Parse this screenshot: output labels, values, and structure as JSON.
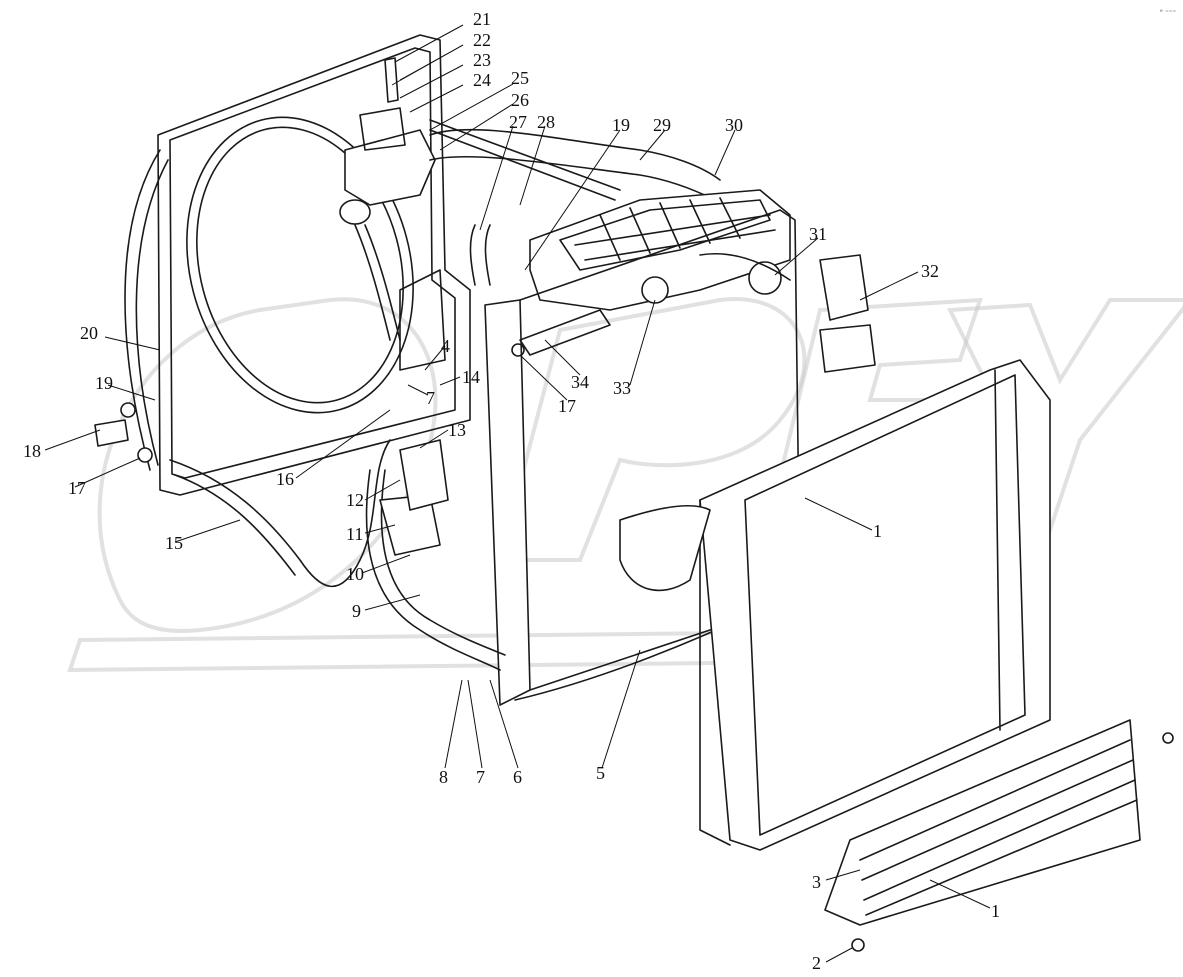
{
  "diagram": {
    "watermark_text": "OPEX",
    "corner_mark": "ₑ ₌₌₌",
    "callouts": [
      {
        "id": "c21",
        "text": "21"
      },
      {
        "id": "c22",
        "text": "22"
      },
      {
        "id": "c23",
        "text": "23"
      },
      {
        "id": "c24",
        "text": "24"
      },
      {
        "id": "c25",
        "text": "25"
      },
      {
        "id": "c26",
        "text": "26"
      },
      {
        "id": "c27",
        "text": "27"
      },
      {
        "id": "c28",
        "text": "28"
      },
      {
        "id": "c19a",
        "text": "19"
      },
      {
        "id": "c29",
        "text": "29"
      },
      {
        "id": "c30",
        "text": "30"
      },
      {
        "id": "c31",
        "text": "31"
      },
      {
        "id": "c32",
        "text": "32"
      },
      {
        "id": "c20",
        "text": "20"
      },
      {
        "id": "c19b",
        "text": "19"
      },
      {
        "id": "c18",
        "text": "18"
      },
      {
        "id": "c17a",
        "text": "17"
      },
      {
        "id": "c15",
        "text": "15"
      },
      {
        "id": "c16",
        "text": "16"
      },
      {
        "id": "c4",
        "text": "4"
      },
      {
        "id": "c14",
        "text": "14"
      },
      {
        "id": "c7a",
        "text": "7"
      },
      {
        "id": "c13",
        "text": "13"
      },
      {
        "id": "c12",
        "text": "12"
      },
      {
        "id": "c11",
        "text": "11"
      },
      {
        "id": "c10",
        "text": "10"
      },
      {
        "id": "c9",
        "text": "9"
      },
      {
        "id": "c8",
        "text": "8"
      },
      {
        "id": "c7b",
        "text": "7"
      },
      {
        "id": "c6",
        "text": "6"
      },
      {
        "id": "c5",
        "text": "5"
      },
      {
        "id": "c17b",
        "text": "17"
      },
      {
        "id": "c34",
        "text": "34"
      },
      {
        "id": "c33",
        "text": "33"
      },
      {
        "id": "c1a",
        "text": "1"
      },
      {
        "id": "c3",
        "text": "3"
      },
      {
        "id": "c1b",
        "text": "1"
      },
      {
        "id": "c2",
        "text": "2"
      }
    ]
  }
}
